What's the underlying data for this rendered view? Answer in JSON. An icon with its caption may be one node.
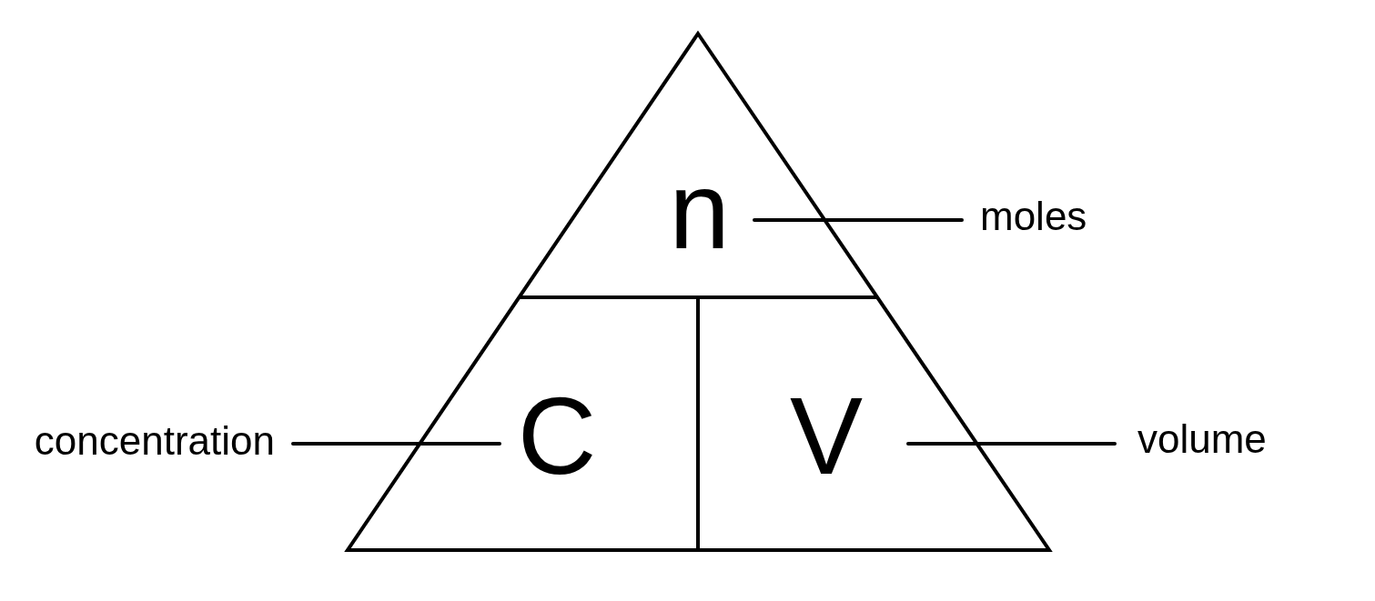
{
  "diagram": {
    "nodes": [
      {
        "text": [],
        "shape": "triangle"
      },
      {
        "text": [
          "n"
        ],
        "in": 0
      },
      {
        "text": [
          "moles"
        ]
      },
      {
        "text": [
          "concentration"
        ]
      },
      {
        "text": [
          "C"
        ],
        "in": 0
      },
      {
        "text": [
          "V"
        ],
        "in": 0
      },
      {
        "text": [
          "volume"
        ]
      }
    ],
    "edges": [
      {
        "from": 2,
        "to": 1,
        "arrow": "none"
      },
      {
        "from": 3,
        "to": 4,
        "arrow": "none"
      },
      {
        "from": 6,
        "to": 5,
        "arrow": "none"
      }
    ]
  }
}
